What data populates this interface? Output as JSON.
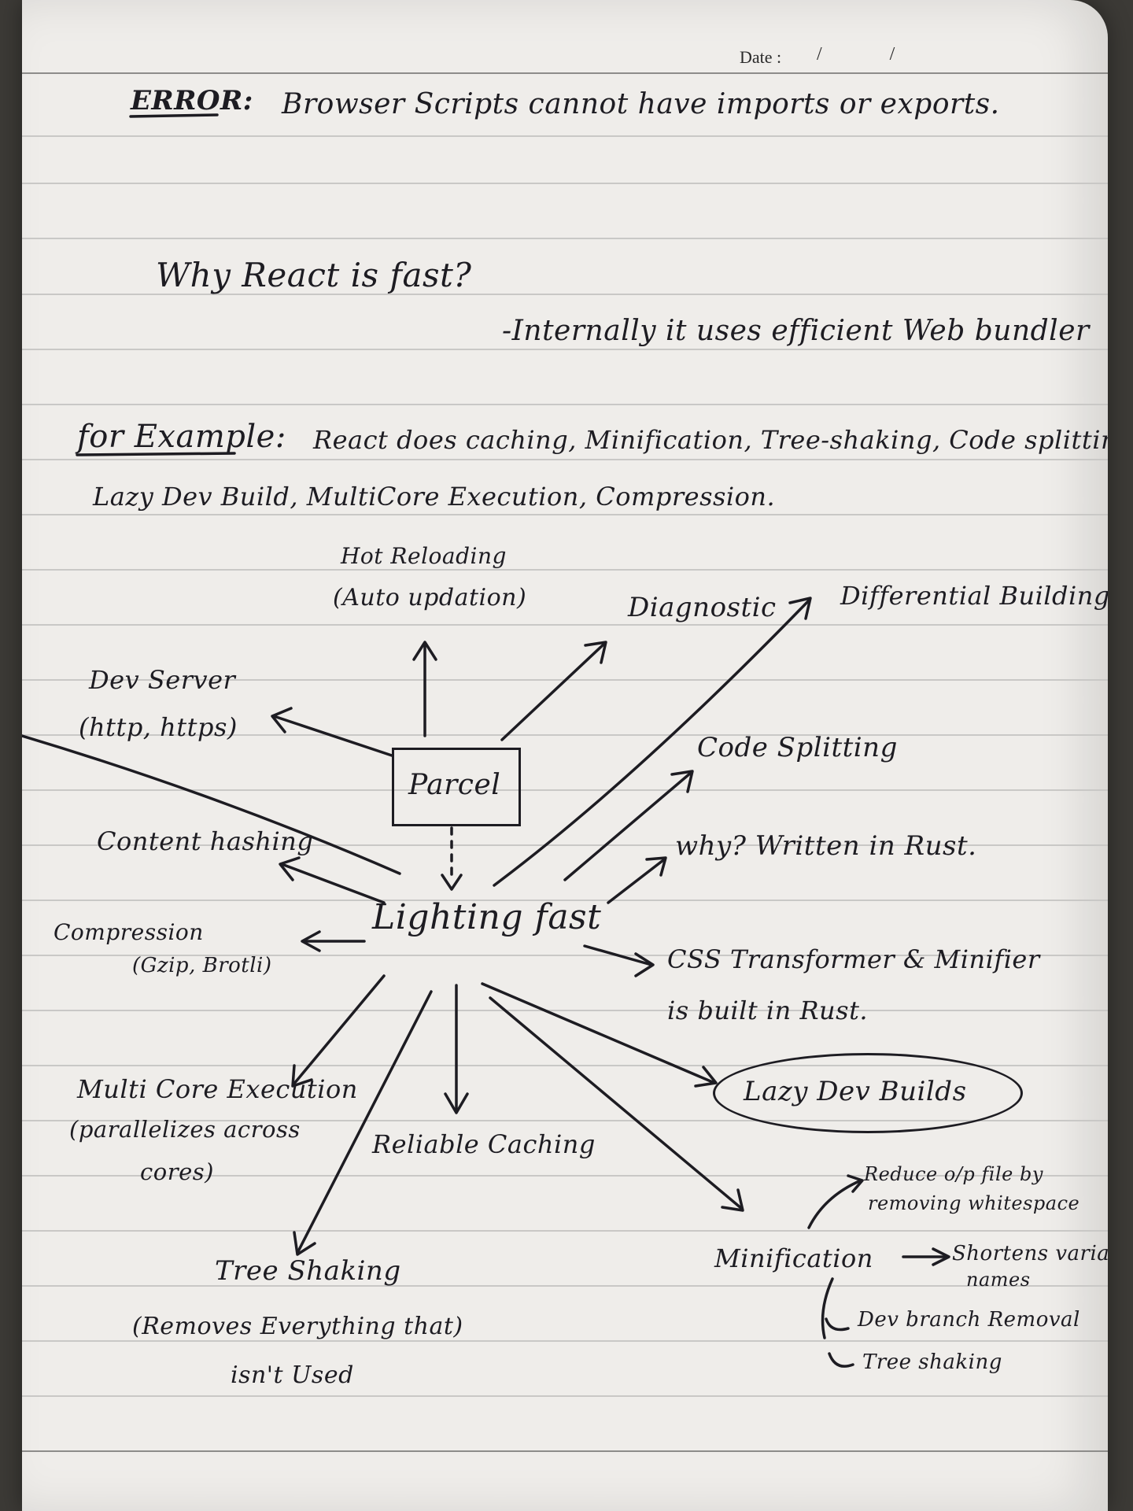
{
  "header": {
    "date_label": "Date :",
    "date_value": "/ /"
  },
  "error_line": {
    "label": "ERROR:",
    "text": "Browser Scripts cannot have imports or exports."
  },
  "question": {
    "title": "Why React is fast?",
    "answer": "-Internally it uses efficient Web bundler"
  },
  "example": {
    "label": "for Example:",
    "line1": "React does caching, Minification, Tree-shaking, Code splitting,",
    "line2": "Lazy Dev Build, MultiCore Execution, Compression."
  },
  "diagram": {
    "parcel": "Parcel",
    "center": "Lighting fast",
    "hot_reloading": {
      "title": "Hot Reloading",
      "sub": "(Auto updation)"
    },
    "diagnostic": "Diagnostic",
    "differential": "Differential Building.",
    "dev_server": {
      "title": "Dev Server",
      "sub": "(http, https)"
    },
    "code_splitting": "Code Splitting",
    "content_hashing": "Content hashing",
    "why_rust": "why? Written in Rust.",
    "compression": {
      "title": "Compression",
      "sub": "(Gzip, Brotli)"
    },
    "css": {
      "line1": "CSS Transformer & Minifier",
      "line2": "is built in Rust."
    },
    "multicore": {
      "line1": "Multi Core Execution",
      "line2": "(parallelizes across",
      "line3": "cores)"
    },
    "reliable_caching": "Reliable Caching",
    "lazy_dev_builds": "Lazy Dev Builds",
    "tree_shaking": {
      "title": "Tree Shaking",
      "sub1": "(Removes Everything that)",
      "sub2": "isn't Used"
    },
    "minification": {
      "title": "Minification",
      "reduce1": "Reduce o/p file by",
      "reduce2": "removing whitespace",
      "shortens1": "Shortens variable",
      "shortens2": "names",
      "dev_branch": "Dev branch Removal",
      "tree_shake": "Tree shaking"
    }
  }
}
